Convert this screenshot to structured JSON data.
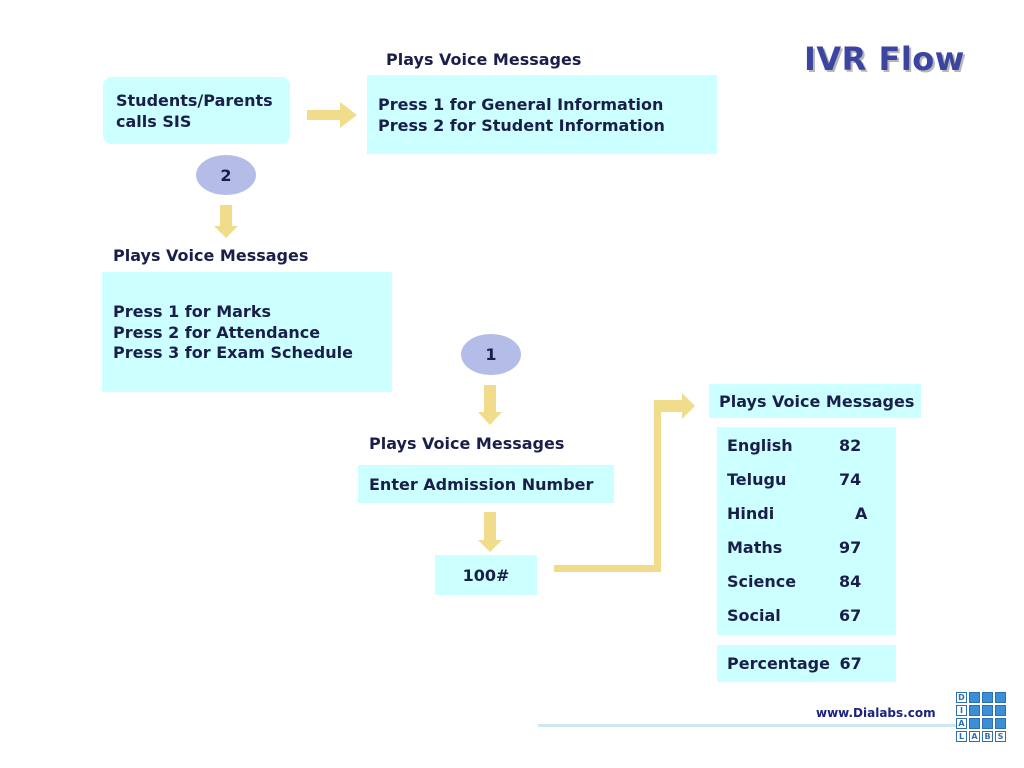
{
  "title": "IVR Flow",
  "start_box": {
    "lines": [
      "Students/Parents",
      "calls SIS"
    ]
  },
  "top_menu": {
    "header": "Plays Voice Messages",
    "lines": [
      "Press 1 for General Information",
      "Press 2 for Student Information"
    ]
  },
  "step_2": "2",
  "student_menu": {
    "header": "Plays Voice Messages",
    "lines": [
      "Press 1 for Marks",
      "Press 2 for Attendance",
      "Press 3 for Exam Schedule"
    ]
  },
  "step_1": "1",
  "admission": {
    "header": "Plays Voice Messages",
    "prompt": "Enter Admission Number",
    "input": "100#"
  },
  "marks": {
    "header": "Plays Voice Messages",
    "rows": [
      {
        "subject": "English",
        "score": "82"
      },
      {
        "subject": "Telugu",
        "score": "74"
      },
      {
        "subject": "Hindi",
        "score": "A"
      },
      {
        "subject": "Maths",
        "score": "97"
      },
      {
        "subject": "Science",
        "score": "84"
      },
      {
        "subject": "Social",
        "score": "67"
      }
    ],
    "percentage_label": "Percentage",
    "percentage_value": "67"
  },
  "footer": {
    "website": "www.Dialabs.com",
    "logo_letters": [
      "D",
      "I",
      "A",
      "L",
      "A",
      "B",
      "S"
    ]
  },
  "colors": {
    "box_fill": "#ccffff",
    "arrow_fill": "#f0dc8a",
    "circle_fill": "#b3bde8",
    "title_color": "#3b45a0",
    "text_color": "#1a1f4a"
  }
}
